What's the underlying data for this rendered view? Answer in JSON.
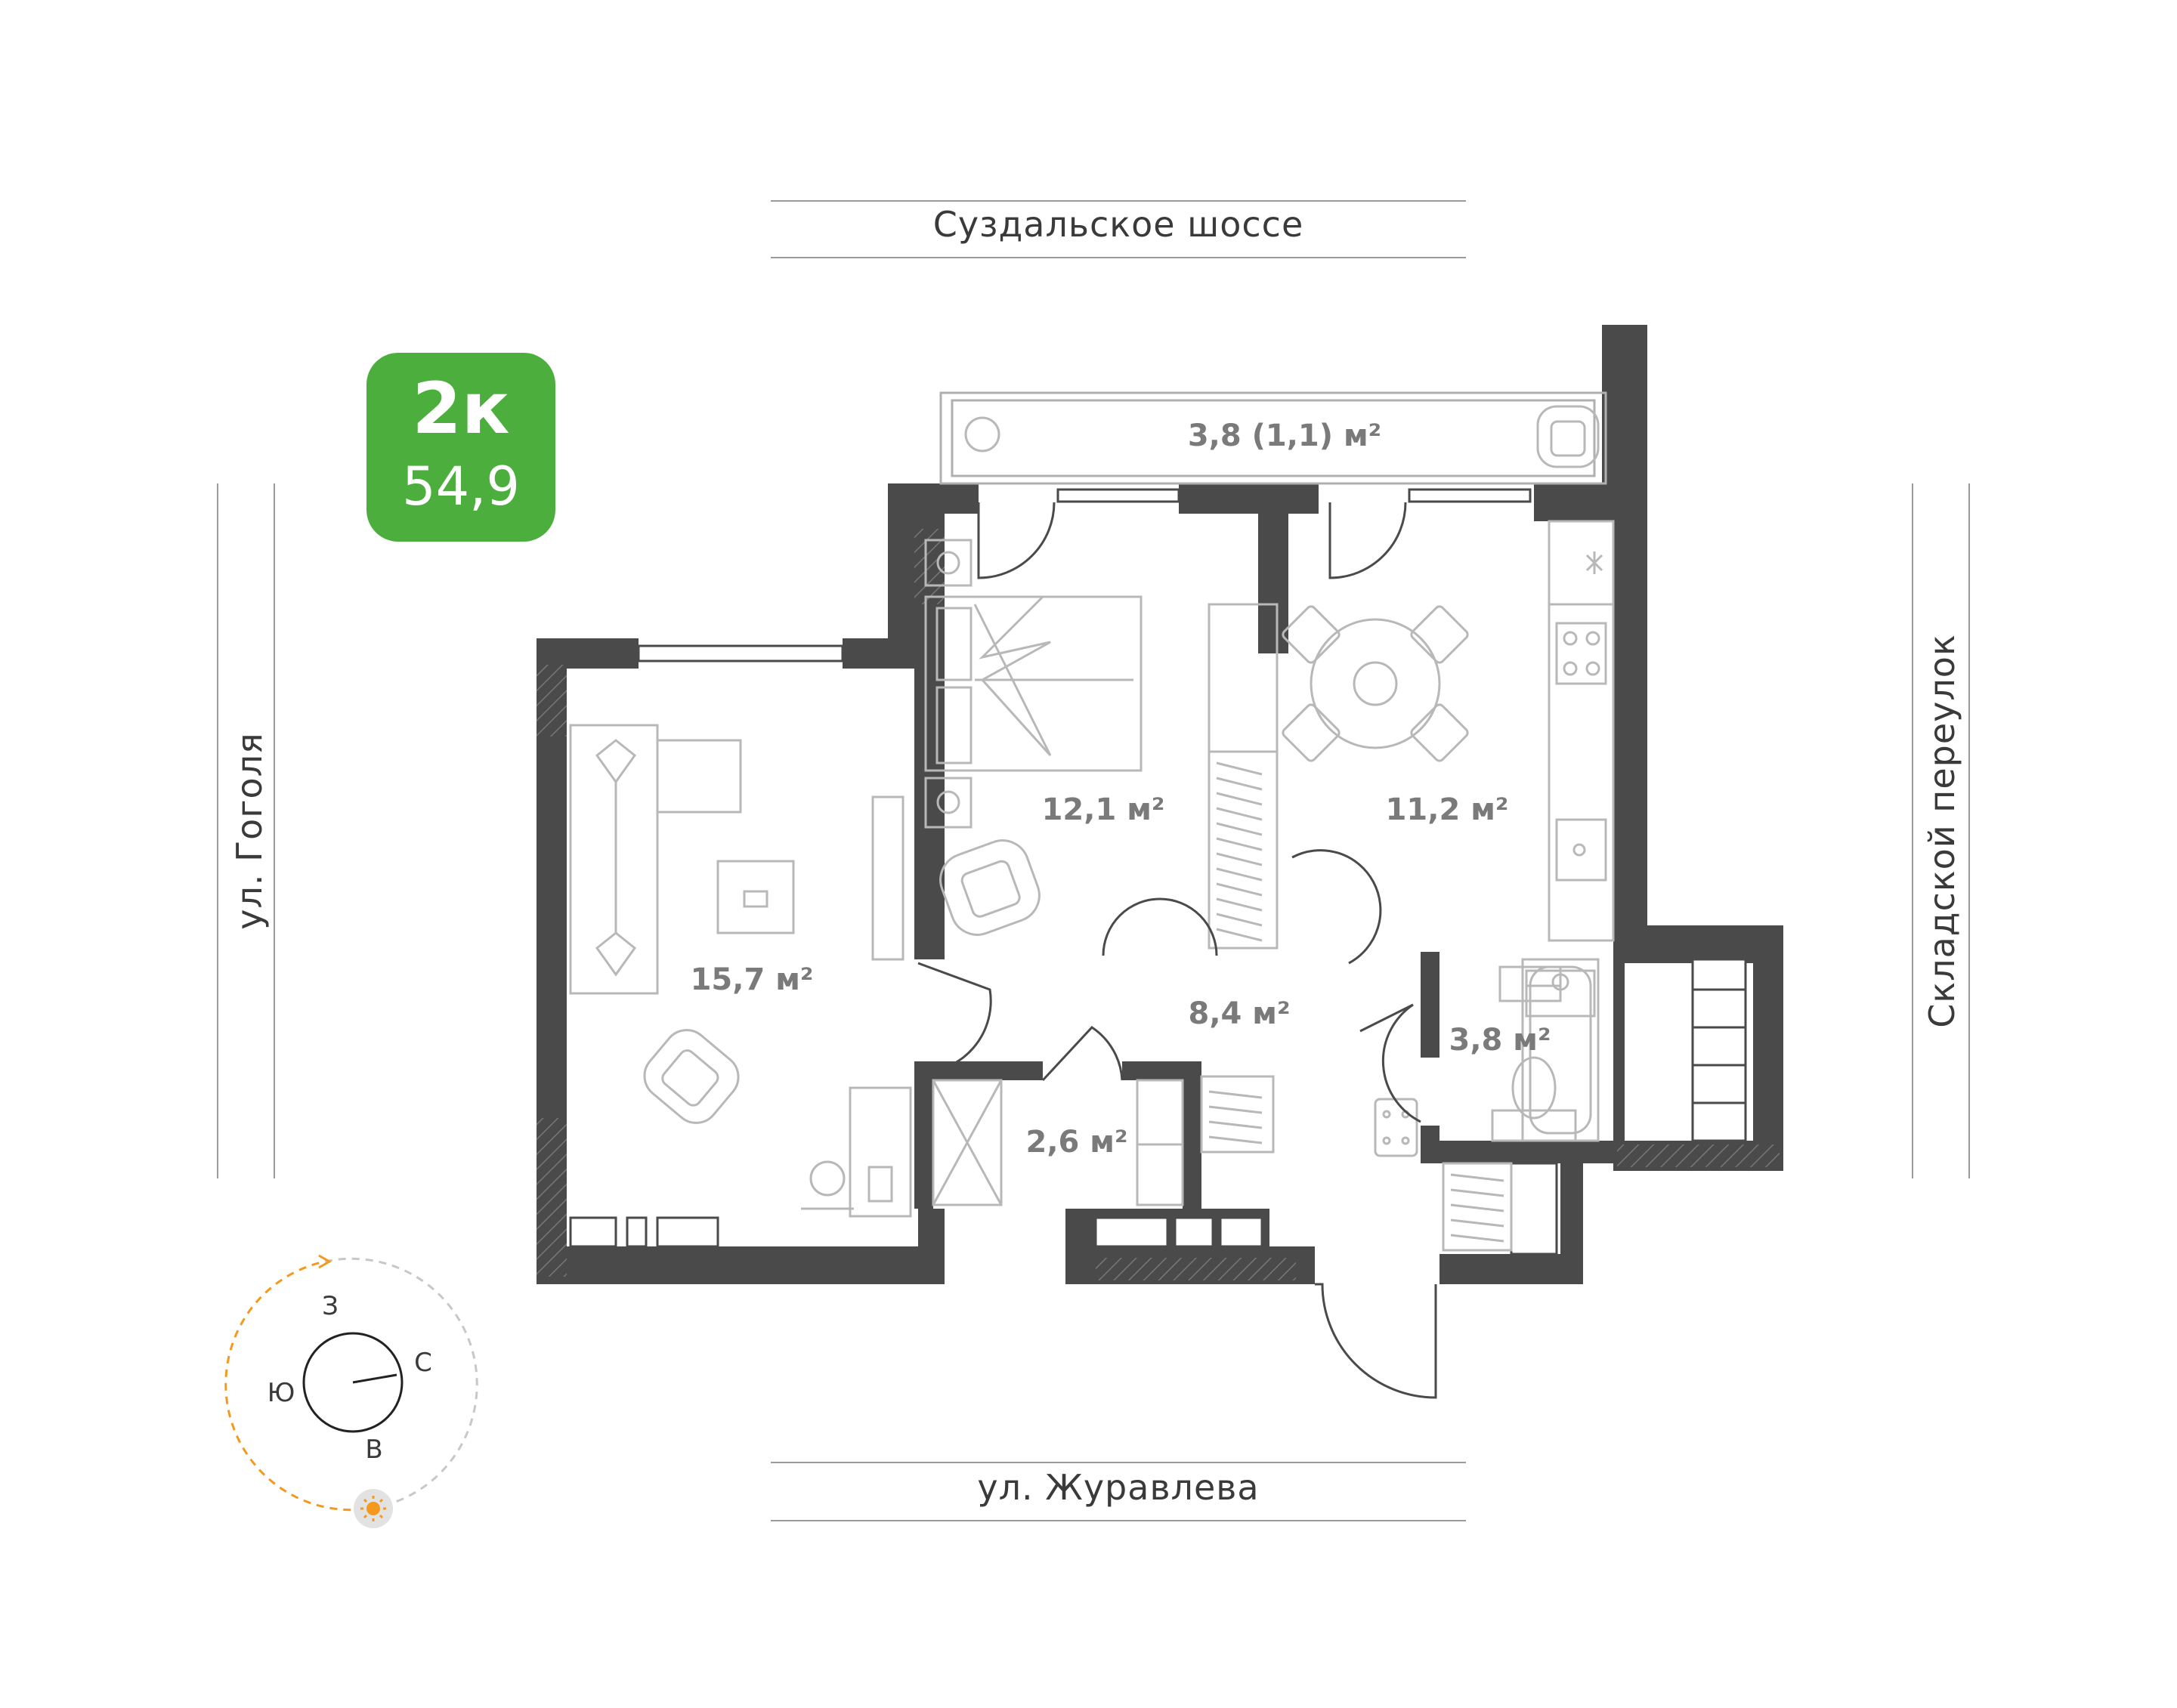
{
  "apartment": {
    "rooms_label": "2к",
    "total_area": "54,9",
    "badge_color": "#4caf3d"
  },
  "streets": {
    "north": "Суздальское шоссе",
    "south": "ул. Журавлева",
    "west": "ул. Гоголя",
    "east": "Складской переулок"
  },
  "rooms": {
    "balcony": "3,8 (1,1) м²",
    "bedroom": "12,1 м²",
    "kitchen": "11,2 м²",
    "living": "15,7 м²",
    "hall": "8,4 м²",
    "bathroom": "3,8 м²",
    "storage": "2,6 м²"
  },
  "compass": {
    "west": "З",
    "north": "С",
    "south": "Ю",
    "east": "В",
    "sun_icon": "sun-icon"
  },
  "colors": {
    "wall": "#4a4a4a",
    "furniture": "#b8b8b8",
    "sun": "#f39a1e"
  }
}
